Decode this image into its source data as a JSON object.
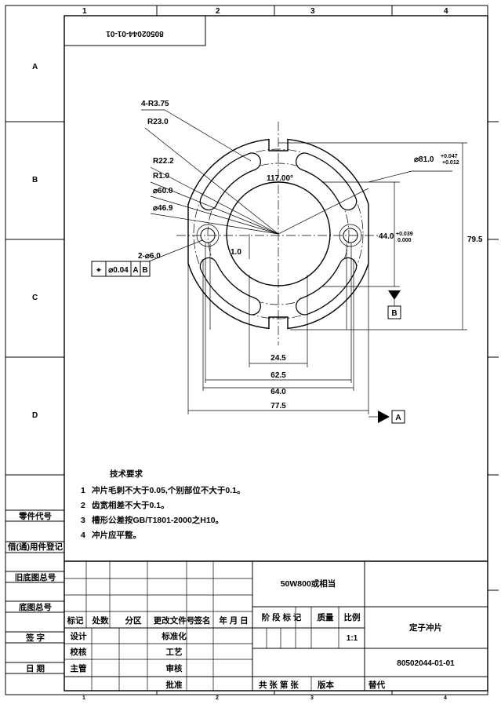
{
  "drawing_number_mirrored": "80502044-01-01",
  "zones": {
    "columns": [
      "1",
      "2",
      "3",
      "4"
    ],
    "rows": [
      "A",
      "B",
      "C",
      "D"
    ],
    "bottom_columns": [
      "1",
      "2",
      "3",
      "4"
    ]
  },
  "dimensions": {
    "slot_radius": "4-R3.75",
    "r23": "R23.0",
    "r22": "R22.2",
    "r1": "R1.0",
    "d60": "⌀60.0",
    "d46": "⌀46.9",
    "angle": "117.00°",
    "offset": "1.0",
    "holes": "2-⌀6.0",
    "outer_dia": "⌀81.0",
    "outer_tol_upper": "+0.047",
    "outer_tol_lower": "+0.012",
    "bore": "44.0",
    "bore_tol_upper": "+0.039",
    "bore_tol_lower": "0.000",
    "height": "79.5",
    "w1": "24.5",
    "w2": "62.5",
    "w3": "64.0",
    "w4": "77.5"
  },
  "gdt": {
    "symbol": "⌖",
    "tolerance": "⌀0.04",
    "datum1": "A",
    "datum2": "B"
  },
  "datums": {
    "a": "A",
    "b": "B"
  },
  "tech_requirements": {
    "title": "技术要求",
    "items": [
      {
        "num": "1",
        "text": "冲片毛刺不大于0.05,个别部位不大于0.1。"
      },
      {
        "num": "2",
        "text": "齿宽相差不大于0.1。"
      },
      {
        "num": "3",
        "text": "槽形公差按GB/T1801-2000之H10。"
      },
      {
        "num": "4",
        "text": "冲片应平整。"
      }
    ]
  },
  "left_strip": [
    "零件代号",
    "借(通)用件登记",
    "旧底图总号",
    "底图总号",
    "签 字",
    "日 期"
  ],
  "title_block": {
    "material": "50W800或相当",
    "part_name": "定子冲片",
    "drawing_number": "80502044-01-01",
    "scale_label": "比例",
    "scale": "1:1",
    "stage_label": "阶 段 标 记",
    "mass_label": "质量",
    "sheets": "共  张  第  张",
    "version": "版本",
    "replaces": "替代",
    "rev_headers": [
      "标记",
      "处数",
      "分区",
      "更改文件号",
      "签名",
      "年 月 日"
    ],
    "roles_left": [
      "设计",
      "校核",
      "主管"
    ],
    "roles_right": [
      "标准化",
      "工艺",
      "审核",
      "批准"
    ]
  }
}
